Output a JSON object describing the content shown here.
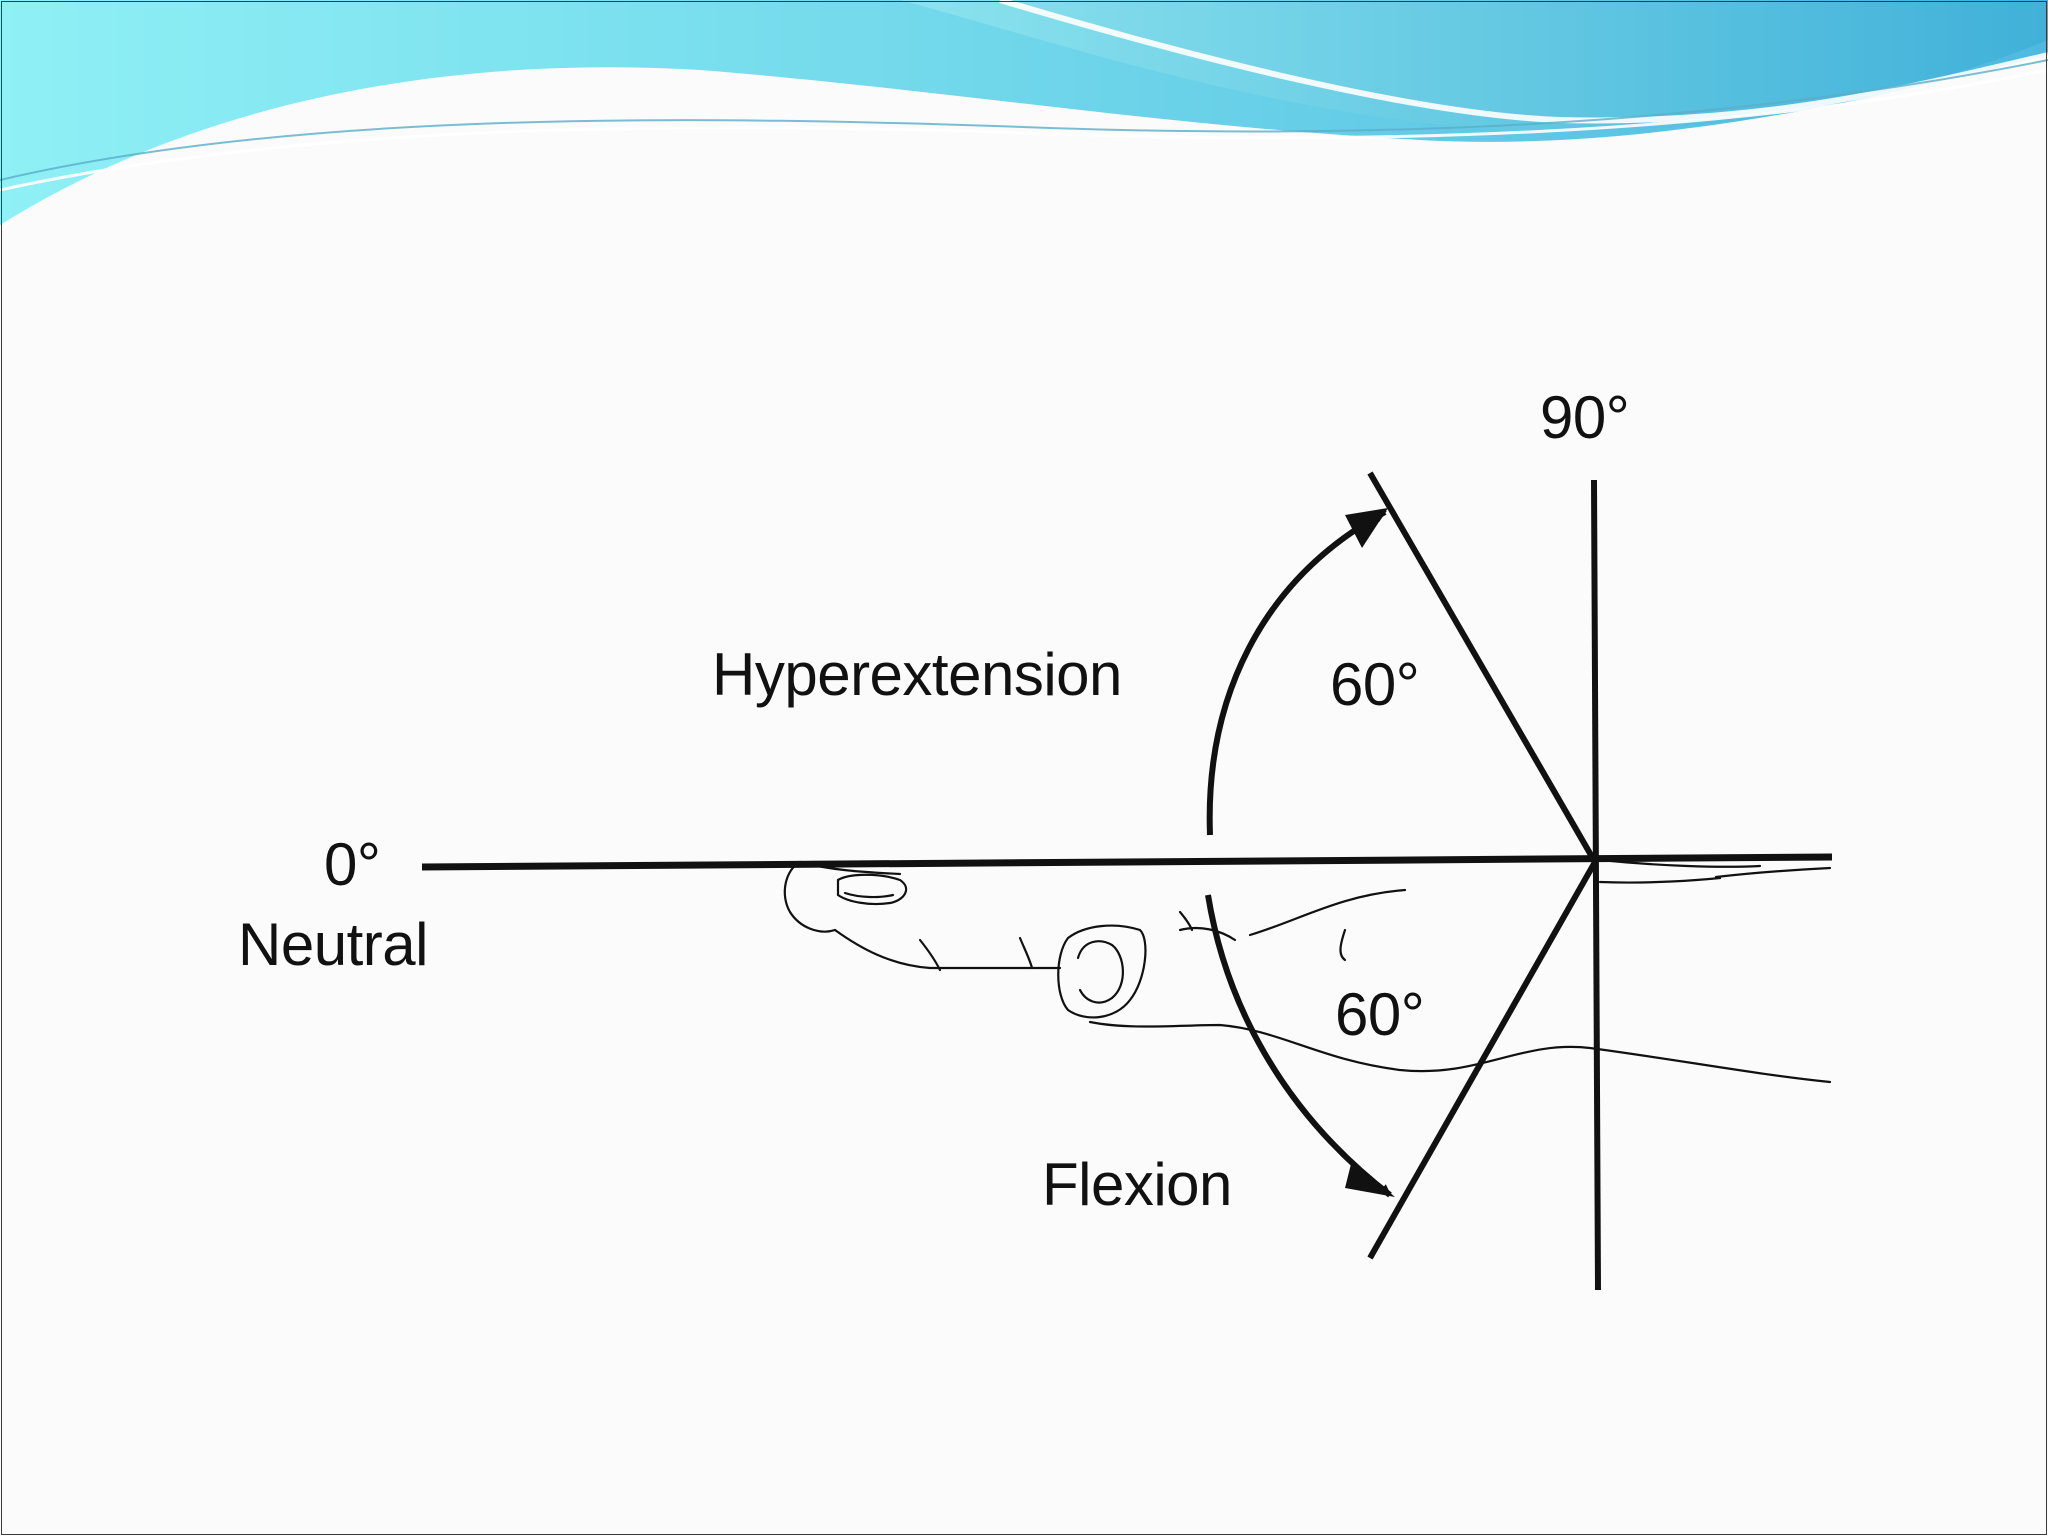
{
  "diagram": {
    "label_90": "90°",
    "label_hyperextension": "Hyperextension",
    "label_hyper_angle": "60°",
    "label_0": "0°",
    "label_neutral": "Neutral",
    "label_flexion_angle": "60°",
    "label_flexion": "Flexion"
  },
  "theme": {
    "wave_light": "#8ee9f2",
    "wave_mid": "#5fc9e3",
    "wave_dark": "#3fa9d8",
    "line_color": "#111111"
  }
}
